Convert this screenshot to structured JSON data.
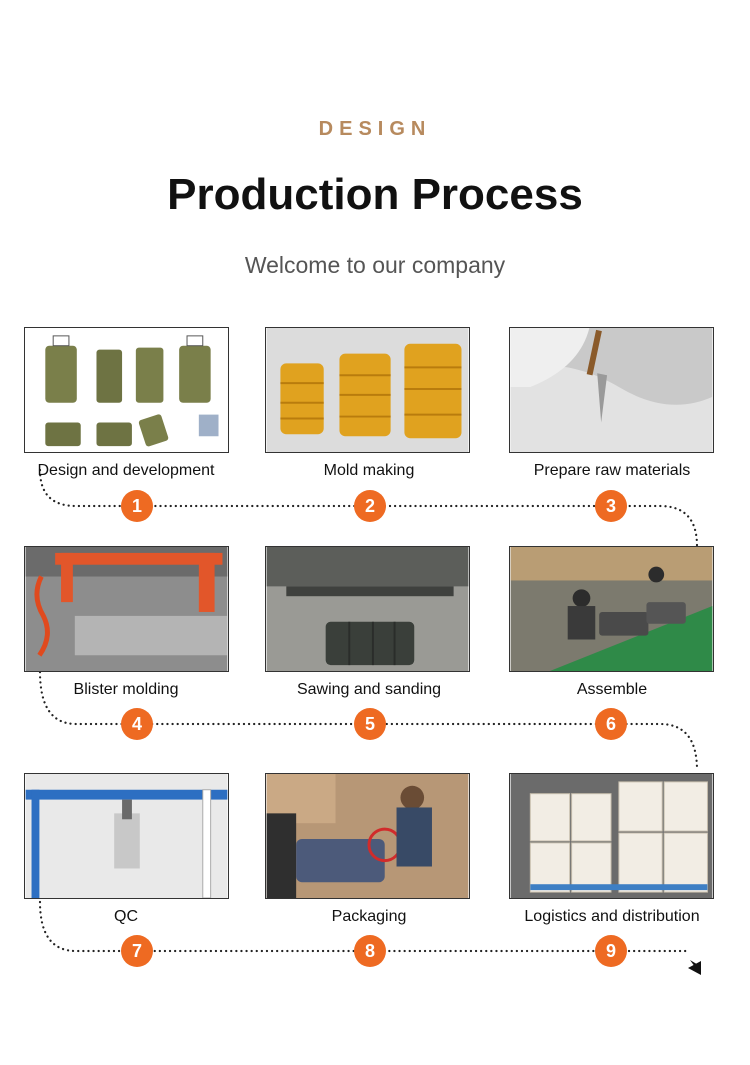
{
  "header": {
    "eyebrow": "DESIGN",
    "title": "Production Process",
    "subtitle": "Welcome to our company"
  },
  "steps": [
    {
      "number": "1",
      "label": "Design and development"
    },
    {
      "number": "2",
      "label": "Mold making"
    },
    {
      "number": "3",
      "label": "Prepare raw materials"
    },
    {
      "number": "4",
      "label": "Blister molding"
    },
    {
      "number": "5",
      "label": "Sawing and sanding"
    },
    {
      "number": "6",
      "label": "Assemble"
    },
    {
      "number": "7",
      "label": "QC"
    },
    {
      "number": "8",
      "label": "Packaging"
    },
    {
      "number": "9",
      "label": "Logistics and distribution"
    }
  ],
  "colors": {
    "accent": "#ee6a22",
    "eyebrow": "#b78a5e",
    "connector": "#222222"
  },
  "icons": {
    "flow_end": "arrow-left-icon"
  }
}
